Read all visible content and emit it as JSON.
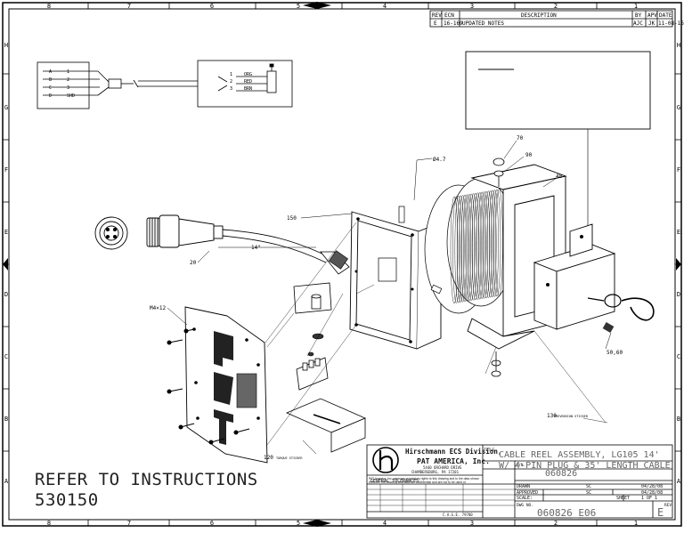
{
  "zones": {
    "cols": [
      "8",
      "7",
      "6",
      "5",
      "4",
      "3",
      "2",
      "1"
    ],
    "rows": [
      "H",
      "G",
      "F",
      "E",
      "D",
      "C",
      "B",
      "A"
    ]
  },
  "revision": {
    "headers": [
      "REV",
      "ECN",
      "DESCRIPTION",
      "BY",
      "APV",
      "DATE"
    ],
    "row": [
      "E",
      "16-169",
      "UPDATED NOTES",
      "AJC",
      "JK",
      "11-08-16"
    ]
  },
  "schematic": {
    "left_pins": [
      "A",
      "B",
      "C",
      "D"
    ],
    "left_nums": [
      "1",
      "2",
      "3",
      "SHD"
    ],
    "right_nums": [
      "1",
      "2",
      "3"
    ],
    "wires": [
      "ORG",
      "RED",
      "BRN"
    ]
  },
  "callouts": {
    "c70": "70",
    "c90": "90",
    "c40": "40",
    "dia": "Ø4.7",
    "c150": "150",
    "len": "14\"",
    "c20": "20",
    "m4": "M4×12",
    "c5060": "50,60",
    "c130": "130",
    "c130_note": "PREVENSION STICKER",
    "c120": "120",
    "c120_note": "TORQUE STICKER"
  },
  "title_block": {
    "company_line1": "Hirschmann ECS Division,",
    "company_line2": "PAT AMERICA, Inc.",
    "address1": "5440 ORCHARD DRIVE",
    "address2": "CHAMBERSBURG, PA 17201",
    "disclaimer": "PAT America, Inc. reserves proprietary rights to this drawing and to the data shown thereon. The drawing and data are confidential and are not to be used or reproduced without the written consent of PAT America, Inc. This drawing is subject to return on request.",
    "cage": "C.A.G.E. 79780",
    "title_tag": "TITLE",
    "title1": "CABLE REEL ASSEMBLY, LG105 14'",
    "title2": "W/ 4-PIN PLUG & 35' LENGTH CABLE",
    "gen_tol": "GENERAL TOLERANCES",
    "pn_tag": "P/N",
    "pn": "060826",
    "drawn_lbl": "DRAWN",
    "drawn_by": "SC",
    "drawn_date": "04/28/08",
    "approved_lbl": "APPROVED",
    "approved_by": "SC",
    "approved_date": "04/28/08",
    "scale_lbl": "SCALE:",
    "sheet_lbl": "SHEET",
    "sheet_val": "1 OF 1",
    "dwg_lbl": "DWG NO.",
    "dwg_no": "060826_E06",
    "rev_lbl": "REV",
    "rev": "E"
  },
  "refer_line1": "REFER TO INSTRUCTIONS",
  "refer_line2": "530150"
}
